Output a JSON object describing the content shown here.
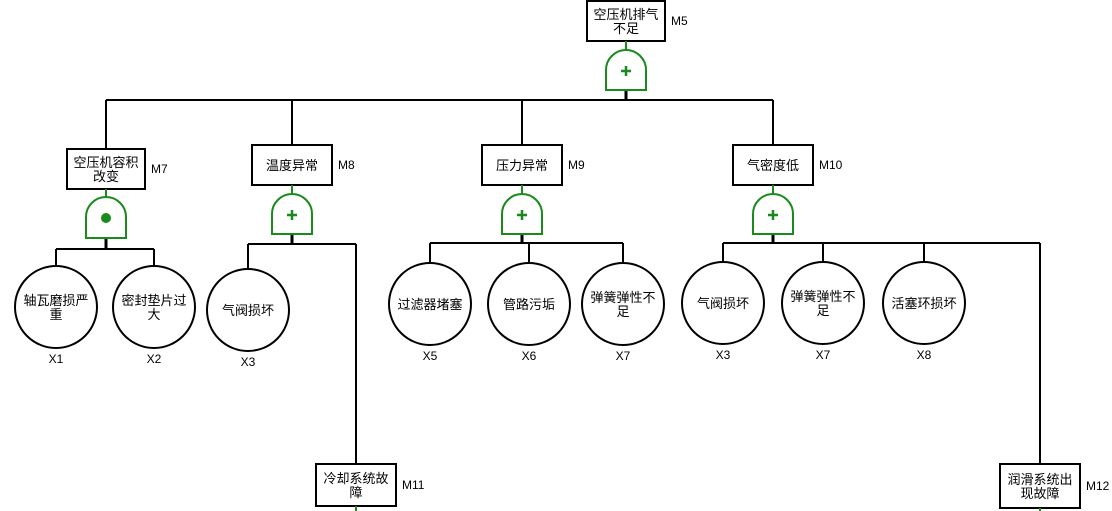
{
  "diagram": {
    "type": "fault-tree",
    "gate_color": "#1a8a1a",
    "line_color": "#000000",
    "events": [
      {
        "id": "M5",
        "kind": "intermediate",
        "lines": [
          "空压机排气",
          "不足"
        ]
      },
      {
        "id": "M7",
        "kind": "intermediate",
        "lines": [
          "空压机容积",
          "改变"
        ]
      },
      {
        "id": "M8",
        "kind": "intermediate",
        "lines": [
          "温度异常"
        ]
      },
      {
        "id": "M9",
        "kind": "intermediate",
        "lines": [
          "压力异常"
        ]
      },
      {
        "id": "M10",
        "kind": "intermediate",
        "lines": [
          "气密度低"
        ]
      },
      {
        "id": "M11",
        "kind": "intermediate",
        "lines": [
          "冷却系统故",
          "障"
        ]
      },
      {
        "id": "M12",
        "kind": "intermediate",
        "lines": [
          "润滑系统出",
          "现故障"
        ]
      },
      {
        "id": "X1",
        "kind": "basic",
        "lines": [
          "轴瓦磨损严",
          "重"
        ]
      },
      {
        "id": "X2",
        "kind": "basic",
        "lines": [
          "密封垫片过",
          "大"
        ]
      },
      {
        "id": "X3",
        "kind": "basic",
        "lines": [
          "气阀损坏"
        ]
      },
      {
        "id": "X5",
        "kind": "basic",
        "lines": [
          "过滤器堵塞"
        ]
      },
      {
        "id": "X6",
        "kind": "basic",
        "lines": [
          "管路污垢"
        ]
      },
      {
        "id": "X7",
        "kind": "basic",
        "lines": [
          "弹簧弹性不",
          "足"
        ]
      },
      {
        "id": "X3b",
        "label": "X3",
        "kind": "basic",
        "lines": [
          "气阀损坏"
        ]
      },
      {
        "id": "X7b",
        "label": "X7",
        "kind": "basic",
        "lines": [
          "弹簧弹性不",
          "足"
        ]
      },
      {
        "id": "X8",
        "kind": "basic",
        "lines": [
          "活塞环损坏"
        ]
      }
    ],
    "gates": [
      {
        "parent": "M5",
        "type": "OR",
        "symbol": "+"
      },
      {
        "parent": "M7",
        "type": "AND",
        "symbol": "●"
      },
      {
        "parent": "M8",
        "type": "OR",
        "symbol": "+"
      },
      {
        "parent": "M9",
        "type": "OR",
        "symbol": "+"
      },
      {
        "parent": "M10",
        "type": "OR",
        "symbol": "+"
      }
    ],
    "edges": [
      [
        "M5",
        "M7"
      ],
      [
        "M5",
        "M8"
      ],
      [
        "M5",
        "M9"
      ],
      [
        "M5",
        "M10"
      ],
      [
        "M7",
        "X1"
      ],
      [
        "M7",
        "X2"
      ],
      [
        "M8",
        "X3"
      ],
      [
        "M8",
        "M11"
      ],
      [
        "M9",
        "X5"
      ],
      [
        "M9",
        "X6"
      ],
      [
        "M9",
        "X7"
      ],
      [
        "M10",
        "X3b"
      ],
      [
        "M10",
        "X7b"
      ],
      [
        "M10",
        "X8"
      ],
      [
        "M10",
        "M12"
      ]
    ]
  }
}
